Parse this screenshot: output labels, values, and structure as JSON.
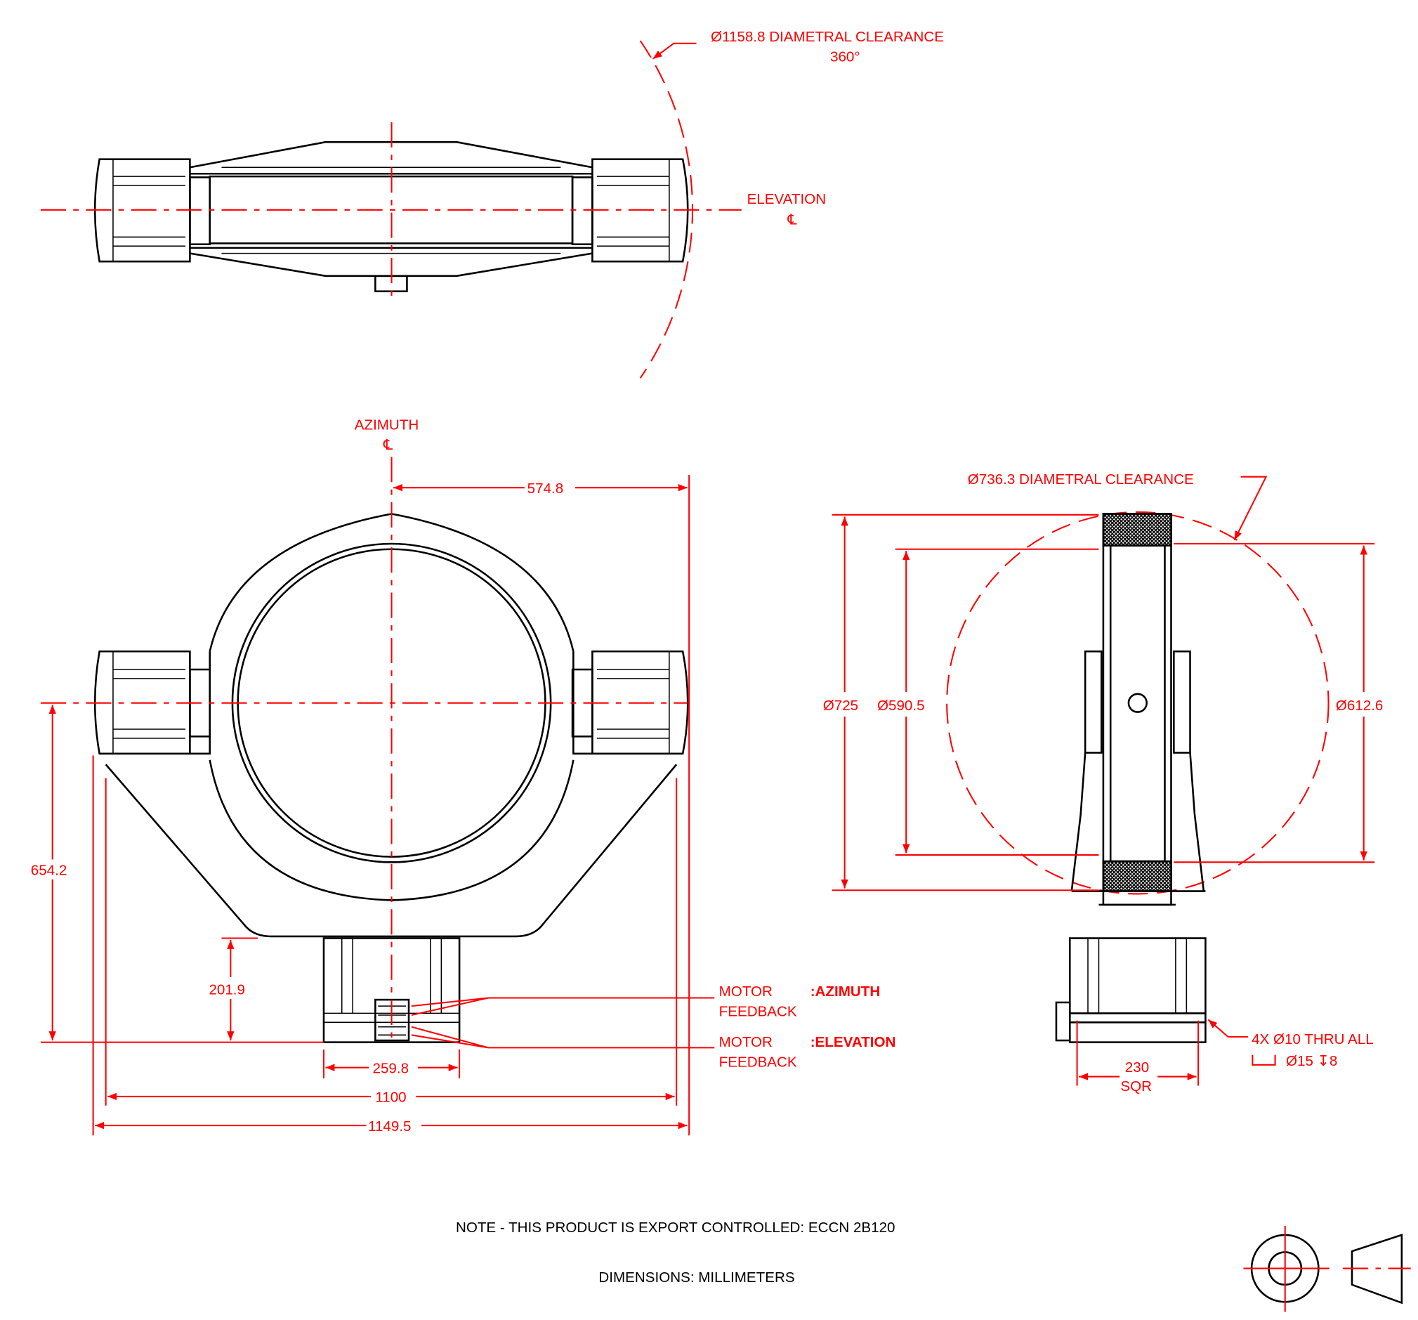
{
  "top_view": {
    "clearance_label": "Ø1158.8 DIAMETRAL CLEARANCE",
    "clearance_angle": "360°",
    "elevation_label": "ELEVATION",
    "centerline_symbol": "℄"
  },
  "front_view": {
    "azimuth_label": "AZIMUTH",
    "centerline_symbol": "℄",
    "dims": {
      "half_width": "574.8",
      "height": "654.2",
      "base_height": "201.9",
      "base_width": "259.8",
      "yoke_width": "1100",
      "overall_width": "1149.5"
    },
    "callouts": [
      {
        "line1": "MOTOR",
        "line2": "FEEDBACK",
        "axis": ":AZIMUTH"
      },
      {
        "line1": "MOTOR",
        "line2": "FEEDBACK",
        "axis": ":ELEVATION"
      }
    ]
  },
  "side_view": {
    "clearance_label": "Ø736.3 DIAMETRAL CLEARANCE",
    "dims": {
      "outer": "Ø725",
      "inner": "Ø590.5",
      "right": "Ø612.6",
      "base": "230",
      "base_unit": "SQR"
    },
    "hole_note_1": "4X  Ø10 THRU ALL",
    "hole_note_2": "Ø15 ↧8"
  },
  "notes": {
    "export": "NOTE - THIS PRODUCT IS EXPORT CONTROLLED: ECCN 2B120",
    "units": "DIMENSIONS:  MILLIMETERS"
  },
  "colors": {
    "dimension": "#ff0000",
    "geometry": "#000000"
  }
}
